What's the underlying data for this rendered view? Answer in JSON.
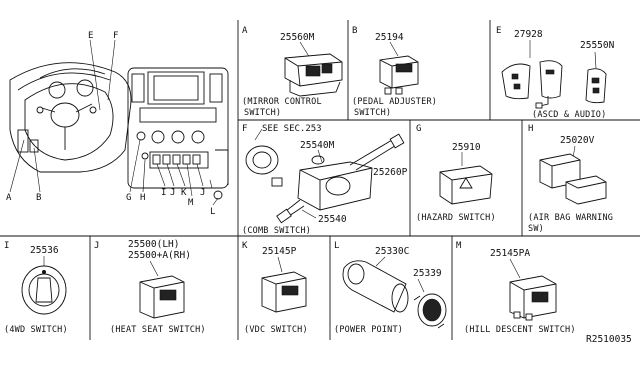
{
  "diagram_id": "R2510035",
  "dash": {
    "callouts": {
      "A": "A",
      "B": "B",
      "E": "E",
      "F": "F",
      "G": "G",
      "H": "H",
      "I": "I",
      "J": "J",
      "K": "K",
      "M": "M",
      "L": "L"
    }
  },
  "panels": {
    "A": {
      "letter": "A",
      "part": "25560M",
      "caption1": "(MIRROR CONTROL",
      "caption2": "SWITCH)"
    },
    "B": {
      "letter": "B",
      "part": "25194",
      "caption1": "(PEDAL ADJUSTER)",
      "caption2": "SWITCH)"
    },
    "E": {
      "letter": "E",
      "part1": "27928",
      "part2": "25550N",
      "caption": "(ASCD & AUDIO)"
    },
    "F": {
      "letter": "F",
      "see": "SEE SEC.253",
      "part1": "25540M",
      "part2": "25260P",
      "part3": "25540",
      "caption": "(COMB SWITCH)"
    },
    "G": {
      "letter": "G",
      "part": "25910",
      "caption": "(HAZARD SWITCH)"
    },
    "H": {
      "letter": "H",
      "part": "25020V",
      "caption1": "(AIR BAG WARNING",
      "caption2": "SW)"
    },
    "I": {
      "letter": "I",
      "part": "25536",
      "caption": "(4WD SWITCH)"
    },
    "J": {
      "letter": "J",
      "part1": "25500(LH)",
      "part2": "25500+A(RH)",
      "caption": "(HEAT SEAT SWITCH)"
    },
    "K": {
      "letter": "K",
      "part": "25145P",
      "caption": "(VDC SWITCH)"
    },
    "L": {
      "letter": "L",
      "part1": "25330C",
      "part2": "25339",
      "caption": "(POWER POINT)"
    },
    "M": {
      "letter": "M",
      "part": "25145PA",
      "caption": "(HILL DESCENT SWITCH)"
    }
  }
}
